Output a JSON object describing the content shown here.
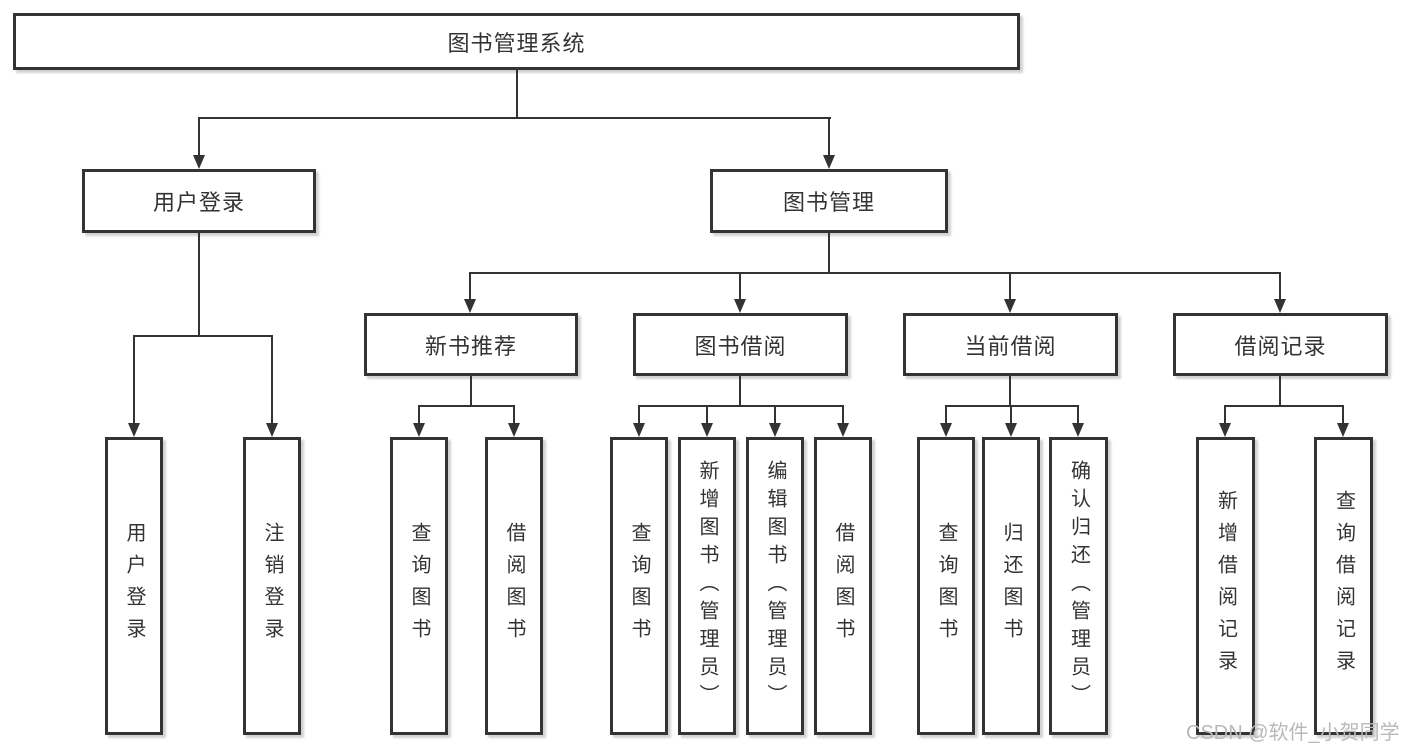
{
  "diagram_title": "图书管理系统",
  "colors": {
    "line": "#333333",
    "box_border": "#333333",
    "box_fill": "#ffffff",
    "text": "#333333",
    "watermark": "#b9b9b9"
  },
  "tree": {
    "root": {
      "label": "图书管理系统"
    },
    "branches": [
      {
        "label": "用户登录",
        "children": [
          {
            "label": "用户登录"
          },
          {
            "label": "注销登录"
          }
        ]
      },
      {
        "label": "图书管理",
        "children": [
          {
            "label": "新书推荐",
            "children": [
              {
                "label": "查询图书"
              },
              {
                "label": "借阅图书"
              }
            ]
          },
          {
            "label": "图书借阅",
            "children": [
              {
                "label": "查询图书"
              },
              {
                "label": "新增图书（管理员）"
              },
              {
                "label": "编辑图书（管理员）"
              },
              {
                "label": "借阅图书"
              }
            ]
          },
          {
            "label": "当前借阅",
            "children": [
              {
                "label": "查询图书"
              },
              {
                "label": "归还图书"
              },
              {
                "label": "确认归还（管理员）"
              }
            ]
          },
          {
            "label": "借阅记录",
            "children": [
              {
                "label": "新增借阅记录"
              },
              {
                "label": "查询借阅记录"
              }
            ]
          }
        ]
      }
    ]
  },
  "watermark": "CSDN @软件_小贺同学"
}
